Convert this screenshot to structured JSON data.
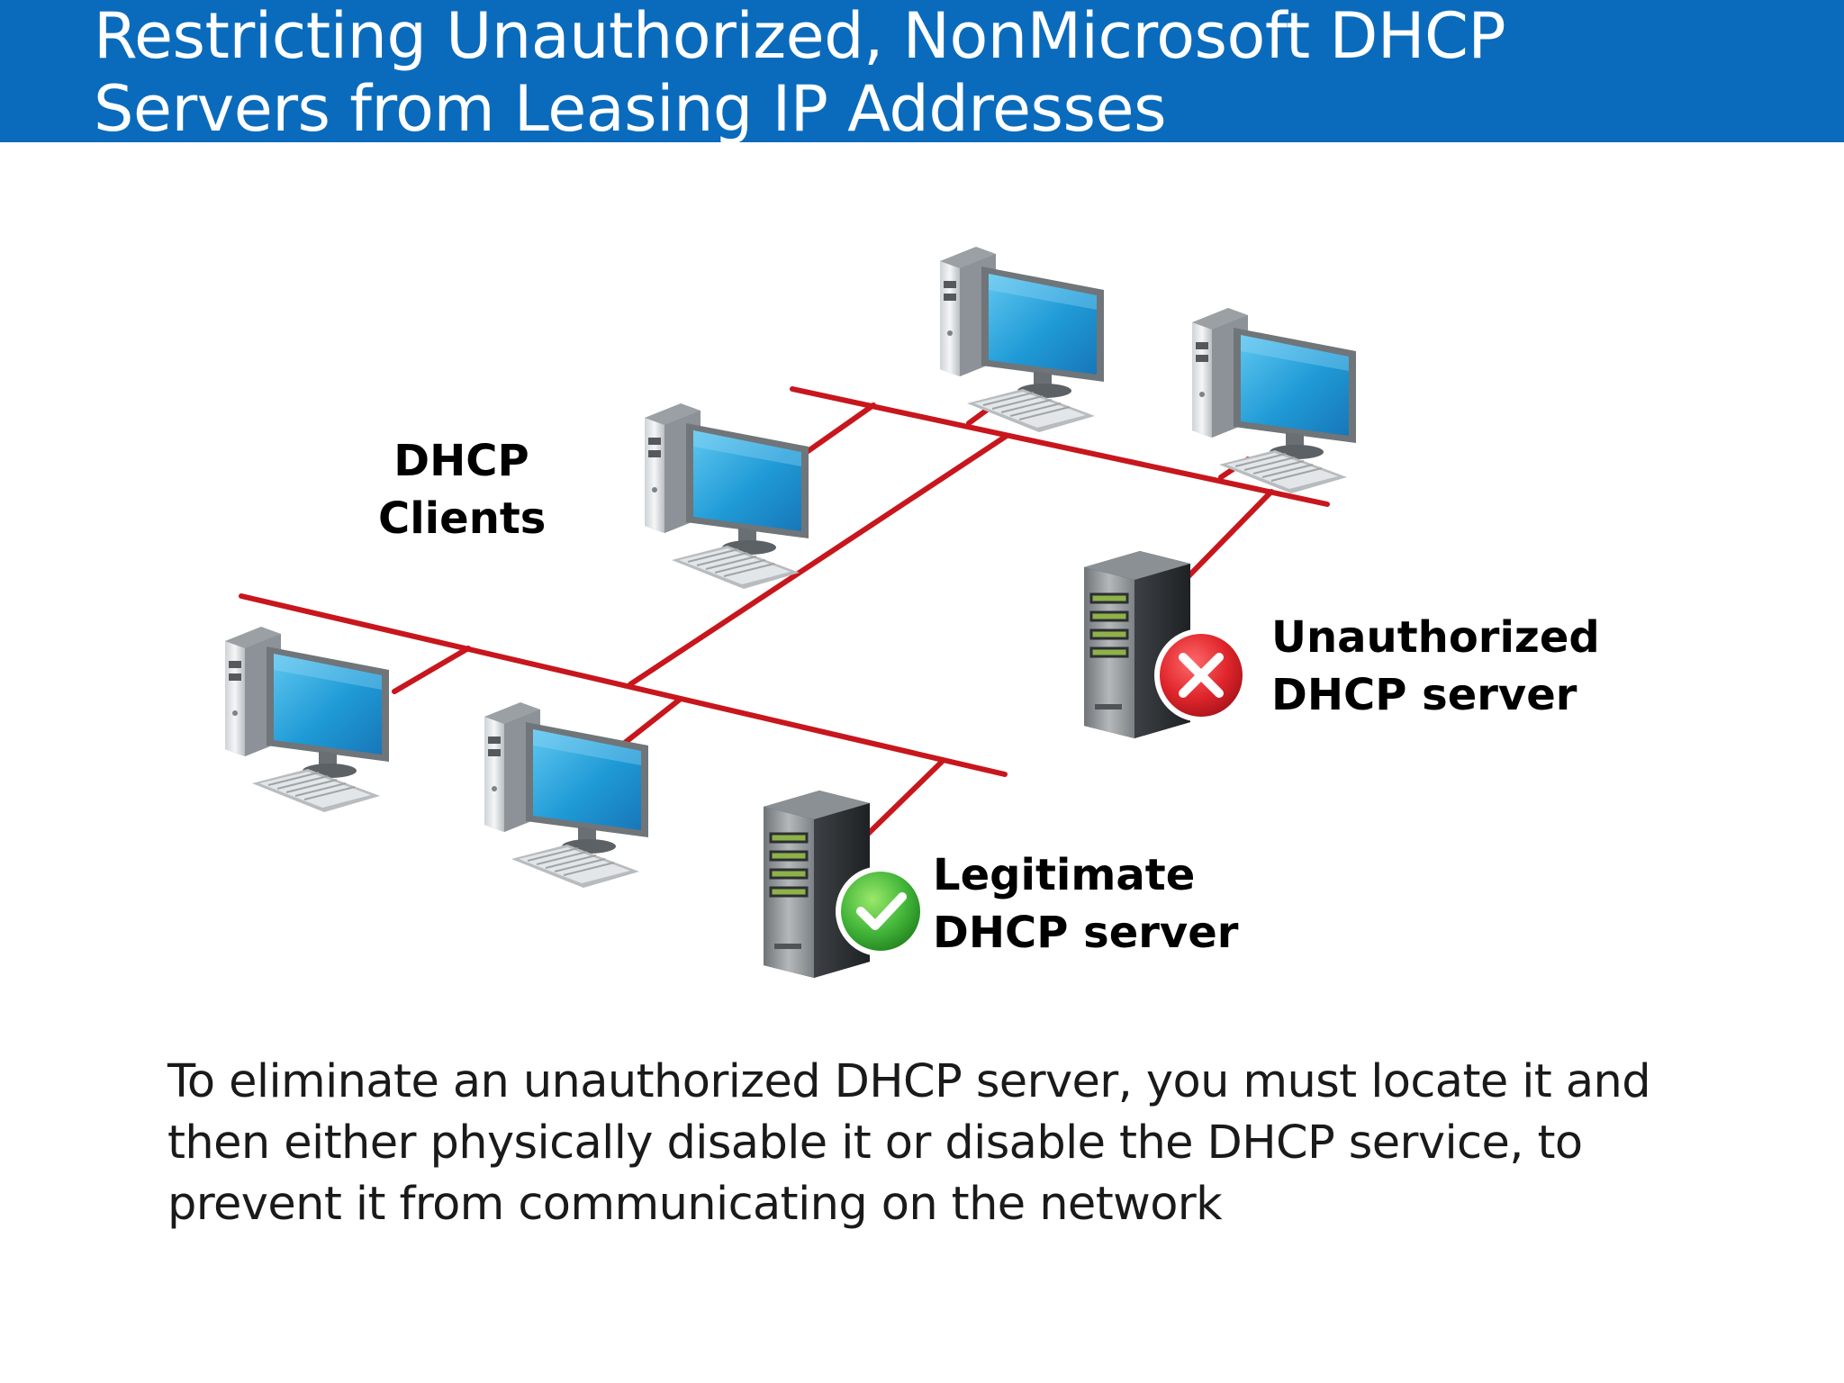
{
  "slide": {
    "title_lines": [
      "Restricting Unauthorized, NonMicrosoft DHCP",
      "Servers from Leasing IP Addresses"
    ],
    "caption_lines": [
      "To eliminate an unauthorized DHCP server, you must locate it and",
      "then either physically disable it or disable the DHCP service, to",
      "prevent it from communicating on the network"
    ]
  },
  "diagram": {
    "clients_label_lines": [
      "DHCP",
      "Clients"
    ],
    "unauthorized_label_lines": [
      "Unauthorized",
      "DHCP server"
    ],
    "legitimate_label_lines": [
      "Legitimate",
      "DHCP server"
    ],
    "unauthorized_status_icon": "x-circle-icon",
    "legitimate_status_icon": "check-circle-icon",
    "colors": {
      "header": "#0a6bbd",
      "network_line": "#c8161d",
      "unauthorized": "#d9252b",
      "legitimate": "#3fb23f",
      "monitor_screen": "#2aa5dc"
    }
  }
}
